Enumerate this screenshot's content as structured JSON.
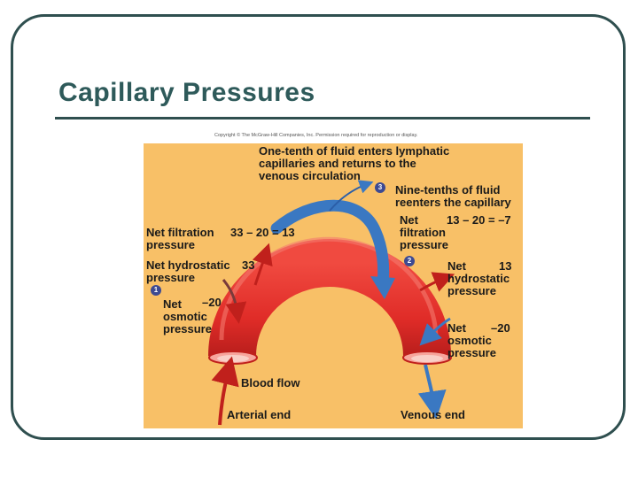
{
  "slide": {
    "title": "Capillary Pressures"
  },
  "figure": {
    "copyright": "Copyright © The McGraw-Hill Companies, Inc. Permission required for reproduction or display.",
    "top_note": [
      "One-tenth of fluid enters lymphatic",
      "capillaries and returns to the",
      "venous circulation"
    ],
    "step_badges": [
      "1",
      "2",
      "3"
    ],
    "right_note": [
      "Nine-tenths of fluid",
      "reenters the capillary"
    ],
    "arterial_side": {
      "net_filtration_label": [
        "Net filtration",
        "pressure"
      ],
      "net_filtration_value": "33 – 20 = 13",
      "net_hydrostatic_label": [
        "Net hydrostatic",
        "pressure"
      ],
      "net_hydrostatic_value": "33",
      "net_osmotic_label": [
        "Net",
        "osmotic",
        "pressure"
      ],
      "net_osmotic_value": "–20"
    },
    "venous_side": {
      "net_filtration_label": [
        "Net",
        "filtration",
        "pressure"
      ],
      "net_filtration_value": "13 – 20 = –7",
      "net_hydrostatic_label": [
        "hydrostatic",
        "pressure"
      ],
      "net_hydrostatic_head": "Net",
      "net_hydrostatic_value": "13",
      "net_osmotic_label": [
        "osmotic",
        "pressure"
      ],
      "net_osmotic_head": "Net",
      "net_osmotic_value": "–20"
    },
    "blood_flow_label": "Blood flow",
    "arterial_end_label": "Arterial end",
    "venous_end_label": "Venous end"
  },
  "colors": {
    "figure_background": "#f8c067",
    "vessel": "#e8302e",
    "arrow_blue": "#3a78c2",
    "arrow_red": "#c0201c",
    "badge": "#3d4a92",
    "title": "#2e5a5a"
  }
}
